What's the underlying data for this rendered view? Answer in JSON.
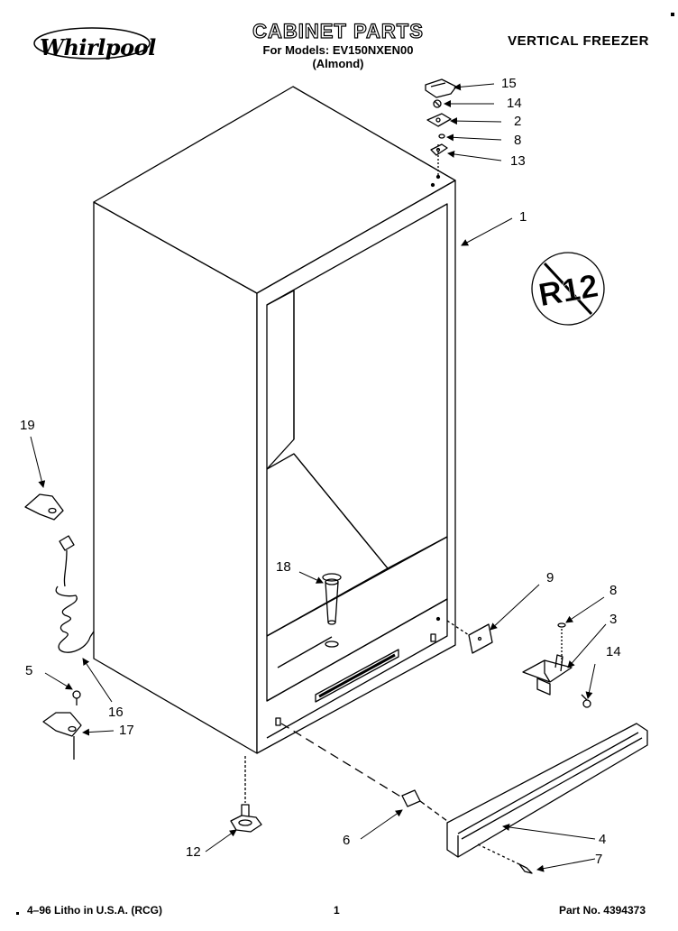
{
  "header": {
    "brand": "Whirlpool",
    "title": "CABINET PARTS",
    "models_line": "For Models: EV150NXEN00",
    "color_line": "(Almond)",
    "category": "VERTICAL FREEZER"
  },
  "footer": {
    "litho": "4–96 Litho in U.S.A. (RCG)",
    "page": "1",
    "part_no": "Part No. 4394373"
  },
  "badge": {
    "text": "R12"
  },
  "callouts": [
    {
      "id": "15",
      "label": "15"
    },
    {
      "id": "14a",
      "label": "14"
    },
    {
      "id": "2",
      "label": "2"
    },
    {
      "id": "8a",
      "label": "8"
    },
    {
      "id": "13",
      "label": "13"
    },
    {
      "id": "1",
      "label": "1"
    },
    {
      "id": "19",
      "label": "19"
    },
    {
      "id": "18",
      "label": "18"
    },
    {
      "id": "9",
      "label": "9"
    },
    {
      "id": "8b",
      "label": "8"
    },
    {
      "id": "3",
      "label": "3"
    },
    {
      "id": "14b",
      "label": "14"
    },
    {
      "id": "5",
      "label": "5"
    },
    {
      "id": "16",
      "label": "16"
    },
    {
      "id": "17",
      "label": "17"
    },
    {
      "id": "4",
      "label": "4"
    },
    {
      "id": "6",
      "label": "6"
    },
    {
      "id": "7",
      "label": "7"
    },
    {
      "id": "12",
      "label": "12"
    }
  ]
}
